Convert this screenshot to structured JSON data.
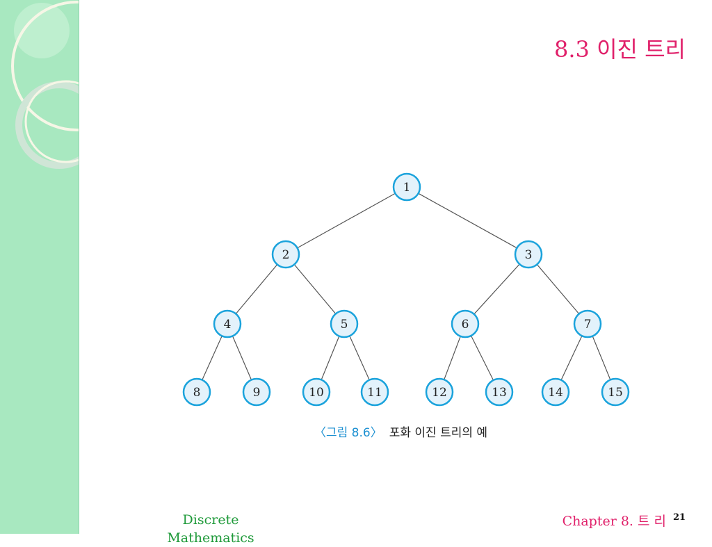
{
  "slide": {
    "title": "8.3 이진 트리"
  },
  "diagram": {
    "type": "tree",
    "nodes": [
      "1",
      "2",
      "3",
      "4",
      "5",
      "6",
      "7",
      "8",
      "9",
      "10",
      "11",
      "12",
      "13",
      "14",
      "15"
    ],
    "edges": [
      [
        1,
        2
      ],
      [
        1,
        3
      ],
      [
        2,
        4
      ],
      [
        2,
        5
      ],
      [
        3,
        6
      ],
      [
        3,
        7
      ],
      [
        4,
        8
      ],
      [
        4,
        9
      ],
      [
        5,
        10
      ],
      [
        5,
        11
      ],
      [
        6,
        12
      ],
      [
        6,
        13
      ],
      [
        7,
        14
      ],
      [
        7,
        15
      ]
    ],
    "caption_figure": "〈그림 8.6〉",
    "caption_text": "포화 이진 트리의 예",
    "colors": {
      "node_fill": "#e3f2fb",
      "node_stroke": "#1ba3dc",
      "edge": "#555555"
    }
  },
  "footer": {
    "left_text": "Discrete Mathematics",
    "right_text": "Chapter 8. 트 리",
    "page_number": "21"
  },
  "theme": {
    "sidebar_color": "#a8e8c0",
    "title_color": "#e0206a",
    "footer_left_color": "#1f9a3a"
  }
}
